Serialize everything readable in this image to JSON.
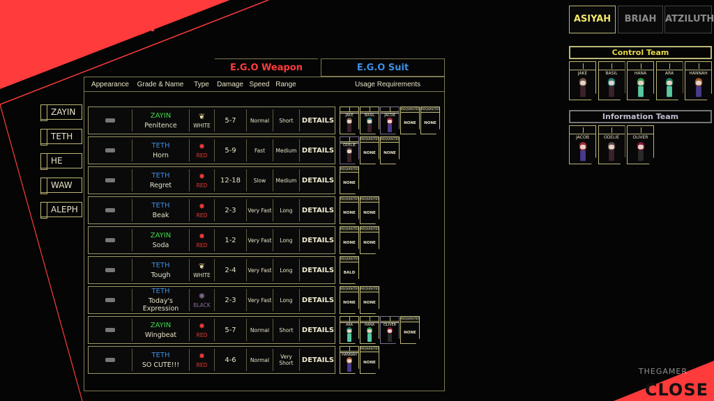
{
  "header": {
    "title": "E.G.O LIST"
  },
  "tabs": {
    "weapon": "E.G.O Weapon",
    "suit": "E.G.O Suit"
  },
  "columns": [
    "Appearance",
    "Grade & Name",
    "Type",
    "Damage",
    "Speed",
    "Range",
    "Usage Requirements"
  ],
  "grade_filters": [
    "ZAYIN",
    "TETH",
    "HE",
    "WAW",
    "ALEPH"
  ],
  "colors": {
    "ZAYIN": "#3fd94a",
    "TETH": "#3b8fe8",
    "WHITE": "#e8e4c8",
    "RED": "#e83b3b",
    "BLACK": "#8a6a9a"
  },
  "weapons": [
    {
      "grade": "ZAYIN",
      "name": "Penitence",
      "type": "WHITE",
      "damage": "5-7",
      "speed": "Normal",
      "range": "Short",
      "details": "DETAILS",
      "reqs": [
        {
          "kind": "char",
          "name": "JAKE"
        },
        {
          "kind": "char",
          "name": "BASIL"
        },
        {
          "kind": "char",
          "name": "JACOB"
        },
        {
          "kind": "req",
          "label": "REQUISITES",
          "value": "NONE"
        },
        {
          "kind": "req",
          "label": "REQUISITES",
          "value": "NONE"
        }
      ]
    },
    {
      "grade": "TETH",
      "name": "Horn",
      "type": "RED",
      "damage": "5-9",
      "speed": "Fast",
      "range": "Medium",
      "details": "DETAILS",
      "reqs": [
        {
          "kind": "char",
          "name": "ODELIE"
        },
        {
          "kind": "req",
          "label": "REQUISITES",
          "value": "NONE"
        },
        {
          "kind": "req",
          "label": "REQUISITES",
          "value": "NONE"
        }
      ]
    },
    {
      "grade": "TETH",
      "name": "Regret",
      "type": "RED",
      "damage": "12-18",
      "speed": "Slow",
      "range": "Medium",
      "details": "DETAILS",
      "reqs": [
        {
          "kind": "req",
          "label": "REQUISITES",
          "value": "NONE"
        }
      ]
    },
    {
      "grade": "TETH",
      "name": "Beak",
      "type": "RED",
      "damage": "2-3",
      "speed": "Very Fast",
      "range": "Long",
      "details": "DETAILS",
      "reqs": [
        {
          "kind": "req",
          "label": "REQUISITES",
          "value": "NONE"
        },
        {
          "kind": "req",
          "label": "REQUISITES",
          "value": "NONE"
        }
      ]
    },
    {
      "grade": "ZAYIN",
      "name": "Soda",
      "type": "RED",
      "damage": "1-2",
      "speed": "Very Fast",
      "range": "Long",
      "details": "DETAILS",
      "reqs": [
        {
          "kind": "req",
          "label": "REQUISITES",
          "value": "NONE"
        },
        {
          "kind": "req",
          "label": "REQUISITES",
          "value": "NONE"
        }
      ]
    },
    {
      "grade": "TETH",
      "name": "Tough",
      "type": "WHITE",
      "damage": "2-4",
      "speed": "Very Fast",
      "range": "Long",
      "details": "DETAILS",
      "reqs": [
        {
          "kind": "req",
          "label": "REQUISITES",
          "value": "BALD"
        }
      ]
    },
    {
      "grade": "TETH",
      "name": "Today's Expression",
      "type": "BLACK",
      "damage": "2-3",
      "speed": "Very Fast",
      "range": "Long",
      "details": "DETAILS",
      "reqs": [
        {
          "kind": "req",
          "label": "REQUISITES",
          "value": "NONE"
        },
        {
          "kind": "req",
          "label": "REQUISITES",
          "value": "NONE"
        }
      ]
    },
    {
      "grade": "ZAYIN",
      "name": "Wingbeat",
      "type": "RED",
      "damage": "5-7",
      "speed": "Normal",
      "range": "Short",
      "details": "DETAILS",
      "reqs": [
        {
          "kind": "char",
          "name": "ARA"
        },
        {
          "kind": "char",
          "name": "HANA"
        },
        {
          "kind": "char",
          "name": "OLIVER"
        },
        {
          "kind": "req",
          "label": "REQUISITES",
          "value": "NONE"
        }
      ]
    },
    {
      "grade": "TETH",
      "name": "SO CUTE!!!",
      "type": "RED",
      "damage": "4-6",
      "speed": "Normal",
      "range": "Very Short",
      "details": "DETAILS",
      "reqs": [
        {
          "kind": "char",
          "name": "HANNAH"
        },
        {
          "kind": "req",
          "label": "REQUISITES",
          "value": "NONE"
        }
      ]
    }
  ],
  "characters": {
    "JAKE": {
      "hair": "#6a5548",
      "body": "#3a2228",
      "team": "control"
    },
    "BASIL": {
      "hair": "#2a7a7a",
      "body": "#3a2228",
      "team": "control"
    },
    "HANA": {
      "hair": "#2a9a4a",
      "body": "#5ac8a0",
      "team": "control"
    },
    "ARA": {
      "hair": "#1f7a5a",
      "body": "#5ac8a0",
      "team": "control"
    },
    "HANNAH": {
      "hair": "#a05a2a",
      "body": "#4a3a8a",
      "team": "control"
    },
    "JACOB": {
      "hair": "#a02a3a",
      "body": "#4a3a8a",
      "team": "info"
    },
    "ODELIE": {
      "hair": "#5a4a48",
      "body": "#3a2228",
      "team": "info"
    },
    "OLIVER": {
      "hair": "#8a1a3a",
      "body": "#2a2a2a",
      "team": "info"
    }
  },
  "worlds": {
    "tabs": [
      "ASIYAH",
      "BRIAH",
      "ATZILUTH"
    ],
    "active": "ASIYAH"
  },
  "teams": [
    {
      "name": "Control Team",
      "members": [
        "JAKE",
        "BASIL",
        "HANA",
        "ARA",
        "HANNAH"
      ]
    },
    {
      "name": "Information Team",
      "members": [
        "JACOB",
        "ODELIE",
        "OLIVER"
      ]
    }
  ],
  "close_label": "CLOSE",
  "watermark": "THEGAMER"
}
